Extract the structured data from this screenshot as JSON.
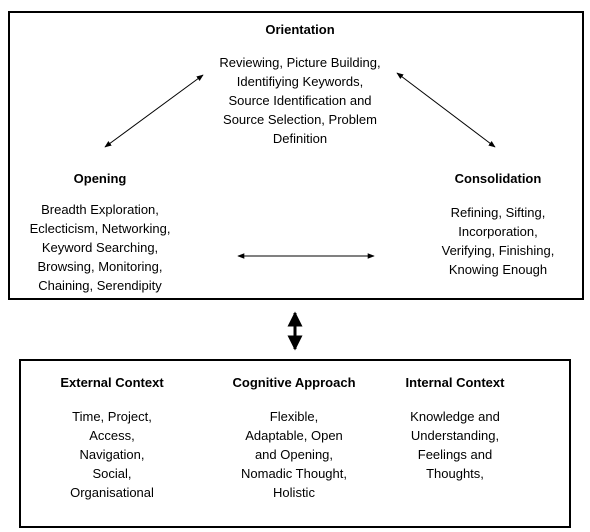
{
  "framework": {
    "orientation": {
      "title": "Orientation",
      "lines": [
        "Reviewing, Picture Building,",
        "Identifiying Keywords,",
        "Source Identification and",
        "Source Selection, Problem",
        "Definition"
      ]
    },
    "opening": {
      "title": "Opening",
      "lines": [
        "Breadth Exploration,",
        "Eclecticism, Networking,",
        "Keyword Searching,",
        "Browsing, Monitoring,",
        "Chaining, Serendipity"
      ]
    },
    "consolidation": {
      "title": "Consolidation",
      "lines": [
        "Refining, Sifting,",
        "Incorporation,",
        "Verifying, Finishing,",
        "Knowing Enough"
      ]
    }
  },
  "context": {
    "external": {
      "title": "External Context",
      "lines": [
        "Time, Project,",
        "Access,",
        "Navigation,",
        "Social,",
        "Organisational"
      ]
    },
    "cognitive": {
      "title": "Cognitive Approach",
      "lines": [
        "Flexible,",
        "Adaptable, Open",
        "and Opening,",
        "Nomadic Thought,",
        "Holistic"
      ]
    },
    "internal": {
      "title": "Internal Context",
      "lines": [
        "Knowledge and",
        "Understanding,",
        "Feelings and",
        "Thoughts,"
      ]
    }
  }
}
